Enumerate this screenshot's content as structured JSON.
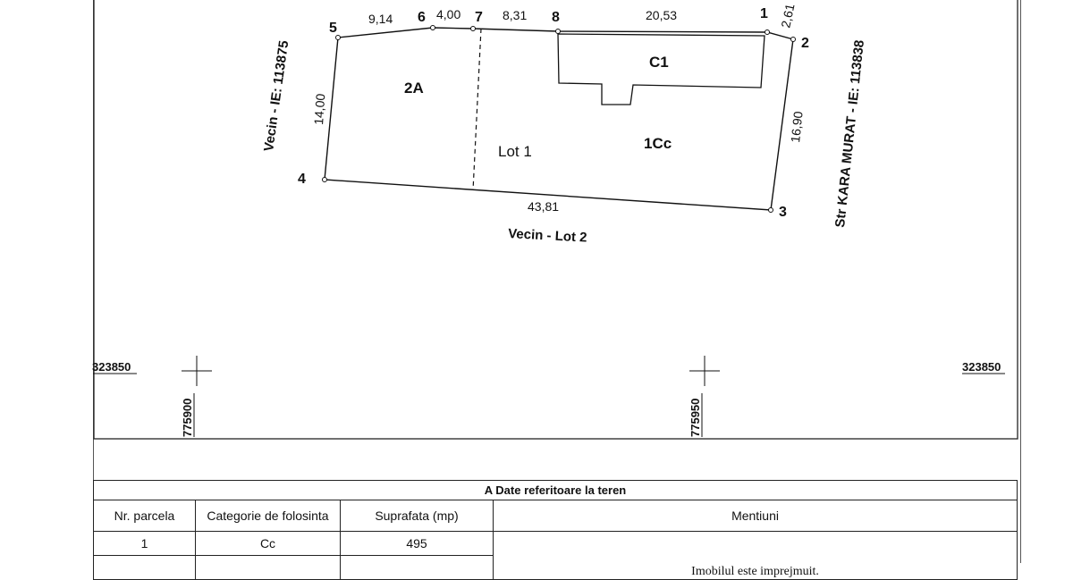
{
  "plan": {
    "points": [
      "1",
      "2",
      "3",
      "4",
      "5",
      "6",
      "7",
      "8"
    ],
    "distances": {
      "d5_6": "9,14",
      "d6_7": "4,00",
      "d7_8": "8,31",
      "d8_1": "20,53",
      "d1_2": "2,61",
      "d2_3": "16,90",
      "d3_4": "43,81",
      "d4_5": "14,00"
    },
    "labels": {
      "parcel_2a": "2A",
      "lot": "Lot 1",
      "parcel_1cc": "1Cc",
      "building": "C1"
    },
    "neighbors": {
      "west": "Vecin - IE: 113875",
      "south": "Vecin - Lot 2",
      "east": "Str KARA MURAT - IE: 113838"
    },
    "grid": {
      "y_left": "323850",
      "y_right": "323850",
      "x_left": "775900",
      "x_right": "775950"
    }
  },
  "table": {
    "title": "A   Date referitoare la teren",
    "headers": [
      "Nr. parcela",
      "Categorie de folosinta",
      "Suprafata (mp)",
      "Mentiuni"
    ],
    "rows": [
      {
        "parcel": "1",
        "category": "Cc",
        "area": "495"
      }
    ],
    "note": "Imobilul este imprejmuit."
  },
  "colors": {
    "lines": "#111111",
    "frame": "#222222"
  }
}
